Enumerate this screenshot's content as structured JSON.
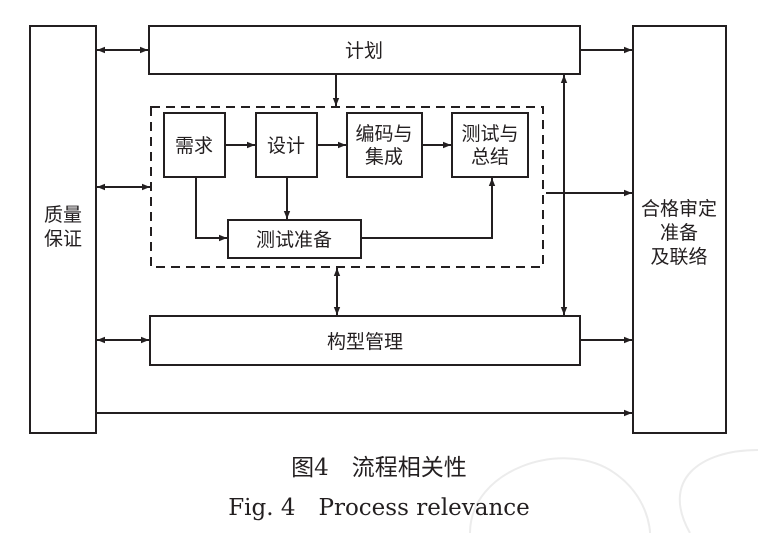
{
  "diagram": {
    "nodes": {
      "quality": [
        "质量",
        "保证"
      ],
      "plan": "计划",
      "requirements": "需求",
      "design": "设计",
      "coding": [
        "编码与",
        "集成"
      ],
      "testing": [
        "测试与",
        "总结"
      ],
      "test_prep": "测试准备",
      "config": "构型管理",
      "qualification": [
        "合格审定",
        "准备",
        "及联络"
      ]
    },
    "edges": [
      {
        "from": "quality",
        "to": "plan",
        "type": "bidirectional"
      },
      {
        "from": "quality",
        "to": "process-group",
        "type": "bidirectional"
      },
      {
        "from": "quality",
        "to": "config",
        "type": "bidirectional"
      },
      {
        "from": "quality",
        "to": "qualification",
        "type": "directed"
      },
      {
        "from": "plan",
        "to": "process-group",
        "type": "directed"
      },
      {
        "from": "plan",
        "to": "qualification",
        "type": "directed"
      },
      {
        "from": "requirements",
        "to": "design",
        "type": "directed"
      },
      {
        "from": "design",
        "to": "coding",
        "type": "directed"
      },
      {
        "from": "coding",
        "to": "testing",
        "type": "directed"
      },
      {
        "from": "requirements",
        "to": "test_prep",
        "type": "directed"
      },
      {
        "from": "design",
        "to": "test_prep",
        "type": "directed"
      },
      {
        "from": "test_prep",
        "to": "testing",
        "type": "directed"
      },
      {
        "from": "process-group",
        "to": "qualification",
        "type": "directed"
      },
      {
        "from": "process-group",
        "to": "config",
        "type": "bidirectional"
      },
      {
        "from": "plan",
        "to": "config",
        "type": "bidirectional"
      },
      {
        "from": "config",
        "to": "qualification",
        "type": "directed"
      }
    ]
  },
  "caption": {
    "zh": "图4　流程相关性",
    "en": "Fig. 4　Process relevance"
  }
}
